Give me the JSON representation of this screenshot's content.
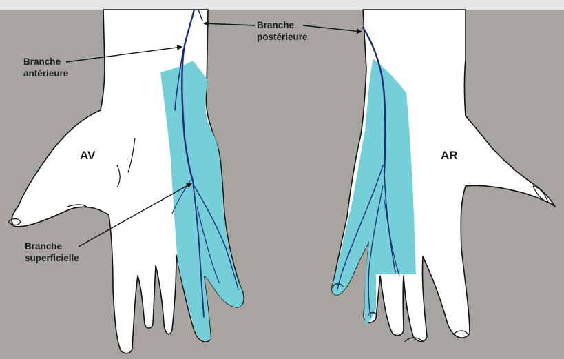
{
  "figure": {
    "colors": {
      "background": "#a8a5a1",
      "top_strip": "#e6e6e6",
      "skin": "#ffffff",
      "outline": "#111111",
      "sensory_zone": "#74cfd9",
      "nerve": "#1f2a78"
    },
    "views": {
      "palmar_tag": "AV",
      "dorsal_tag": "AR"
    },
    "annotations": {
      "anterior_line1": "Branche",
      "anterior_line2": "antérieure",
      "posterior_line1": "Branche",
      "posterior_line2": "postérieure",
      "superficial_line1": "Branche",
      "superficial_line2": "superficielle"
    }
  }
}
